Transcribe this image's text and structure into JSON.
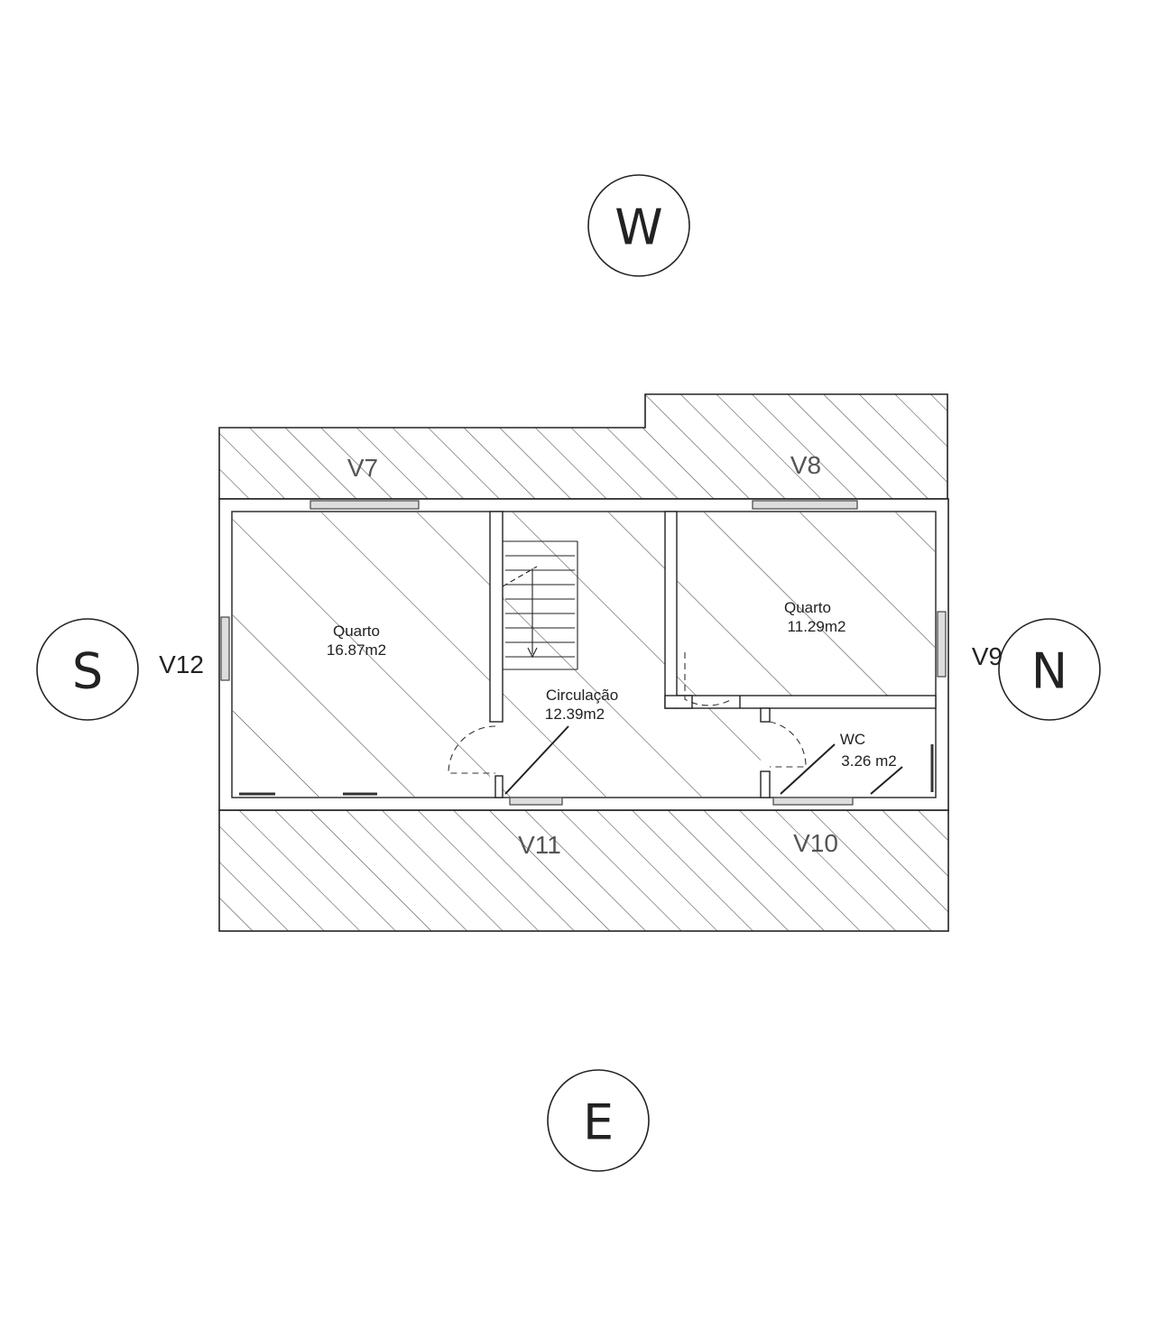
{
  "compass": {
    "west": "W",
    "south": "S",
    "north": "N",
    "east": "E"
  },
  "rooms": {
    "quarto_left": {
      "name": "Quarto",
      "area": "16.87m2"
    },
    "quarto_right": {
      "name": "Quarto",
      "area": "11.29m2"
    },
    "circulacao": {
      "name": "Circulação",
      "area": "12.39m2"
    },
    "wc": {
      "name": "WC",
      "area": "3.26  m2"
    }
  },
  "windows": {
    "v7": "V7",
    "v8": "V8",
    "v9": "V9",
    "v10": "V10",
    "v11": "V11",
    "v12": "V12"
  },
  "colors": {
    "line": "#222222",
    "hatch": "#444444",
    "window": "#666666"
  }
}
